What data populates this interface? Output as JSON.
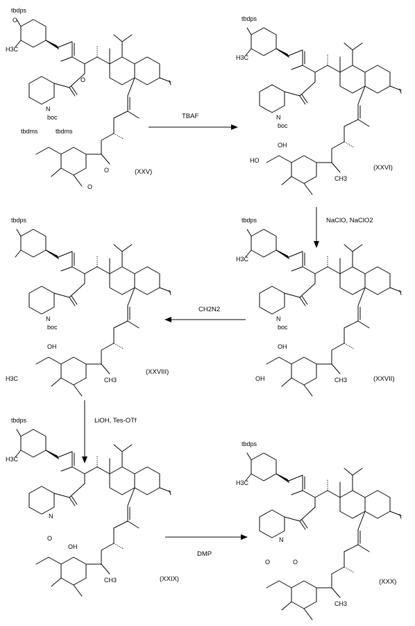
{
  "scheme": {
    "atom_labels": {
      "tbdps": "tbdps",
      "tbdms": "tbdms",
      "O": "O",
      "OH": "OH",
      "HO": "HO",
      "H3C": "H3C",
      "CH3": "CH3",
      "N": "N",
      "boc": "boc"
    },
    "compounds": [
      {
        "id": "XXV",
        "label": "(XXV)"
      },
      {
        "id": "XXVI",
        "label": "(XXVI)"
      },
      {
        "id": "XXVII",
        "label": "(XXVII)"
      },
      {
        "id": "XXVIII",
        "label": "(XXVIII)"
      },
      {
        "id": "XXIX",
        "label": "(XXIX)"
      },
      {
        "id": "XXX",
        "label": "(XXX)"
      }
    ],
    "reagents": [
      {
        "id": "r1",
        "from": "XXV",
        "to": "XXVI",
        "label": "TBAF"
      },
      {
        "id": "r2",
        "from": "XXVI",
        "to": "XXVII",
        "label": "NaClO, NaClO2"
      },
      {
        "id": "r3",
        "from": "XXVII",
        "to": "XXVIII",
        "label": "CH2N2"
      },
      {
        "id": "r4",
        "from": "XXVIII",
        "to": "XXIX",
        "label": "LiOH, Tes-OTf"
      },
      {
        "id": "r5",
        "from": "XXIX",
        "to": "XXX",
        "label": "DMP"
      }
    ]
  }
}
